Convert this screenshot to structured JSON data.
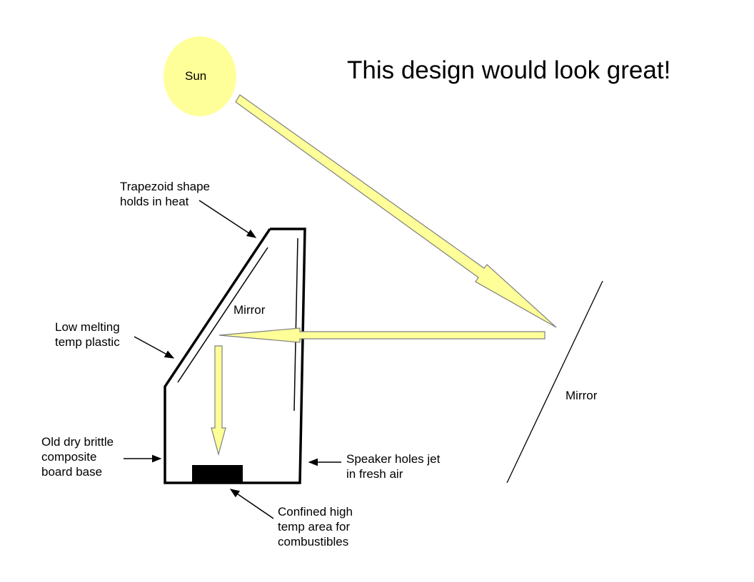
{
  "title": "This design would look great!",
  "sun": {
    "label": "Sun"
  },
  "labels": {
    "trapezoid": [
      "Trapezoid shape",
      "holds in heat"
    ],
    "inner_mirror": "Mirror",
    "outer_mirror": "Mirror",
    "plastic": [
      "Low melting",
      "temp plastic"
    ],
    "base": [
      "Old dry brittle",
      "composite",
      "board base"
    ],
    "speaker": [
      "Speaker holes jet",
      "in fresh air"
    ],
    "combustibles": [
      "Confined high",
      "temp area for",
      "combustibles"
    ]
  },
  "colors": {
    "sun_fill": "#ffff99",
    "beam_fill": "#ffff99",
    "beam_stroke": "#7f7f7f",
    "outline": "#000000",
    "combustible_block": "#000000"
  }
}
